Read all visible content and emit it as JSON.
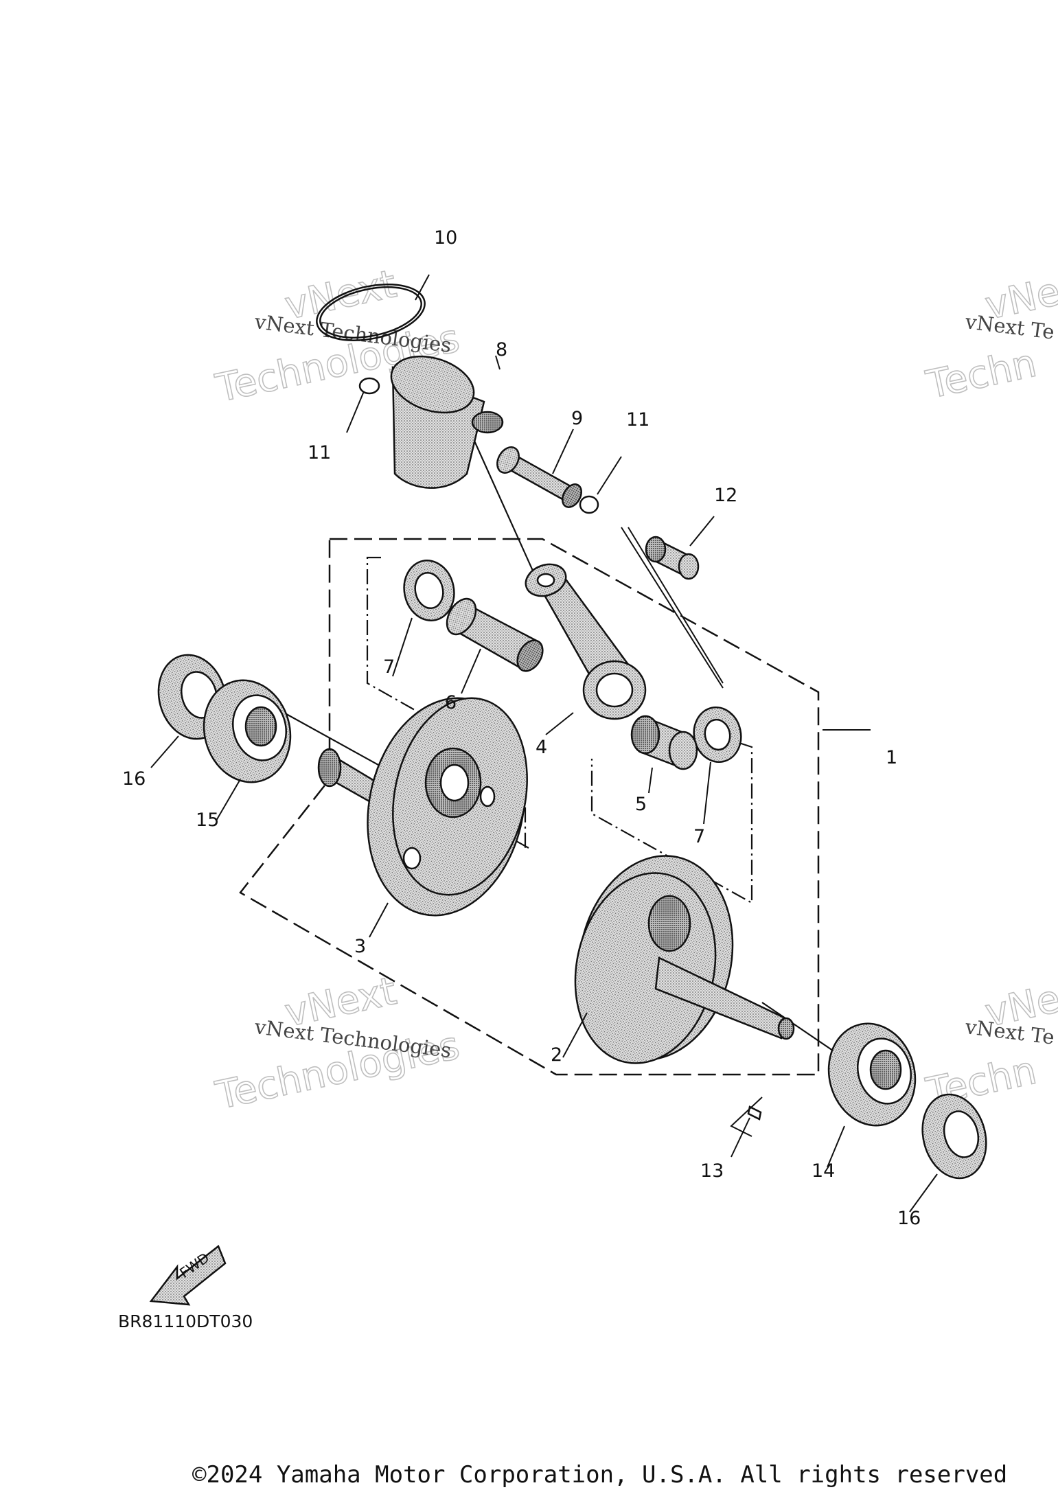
{
  "callouts": [
    {
      "id": "1",
      "label": "1"
    },
    {
      "id": "2",
      "label": "2"
    },
    {
      "id": "3",
      "label": "3"
    },
    {
      "id": "4",
      "label": "4"
    },
    {
      "id": "5",
      "label": "5"
    },
    {
      "id": "6",
      "label": "6"
    },
    {
      "id": "7a",
      "label": "7"
    },
    {
      "id": "7b",
      "label": "7"
    },
    {
      "id": "8",
      "label": "8"
    },
    {
      "id": "9",
      "label": "9"
    },
    {
      "id": "10",
      "label": "10"
    },
    {
      "id": "11a",
      "label": "11"
    },
    {
      "id": "11b",
      "label": "11"
    },
    {
      "id": "12",
      "label": "12"
    },
    {
      "id": "13",
      "label": "13"
    },
    {
      "id": "14",
      "label": "14"
    },
    {
      "id": "15",
      "label": "15"
    },
    {
      "id": "16a",
      "label": "16"
    },
    {
      "id": "16b",
      "label": "16"
    }
  ],
  "watermark": {
    "small": "vNext Technologies",
    "big_top": "vNext",
    "big_bottom": "Technologies",
    "small_cut": "vNext Te",
    "big_top_cut": "vNe",
    "big_bottom_cut": "Techn"
  },
  "fwd_label": "FWD",
  "diagram_code": "BR81110DT030",
  "copyright": "©2024 Yamaha Motor Corporation, U.S.A. All rights reserved"
}
